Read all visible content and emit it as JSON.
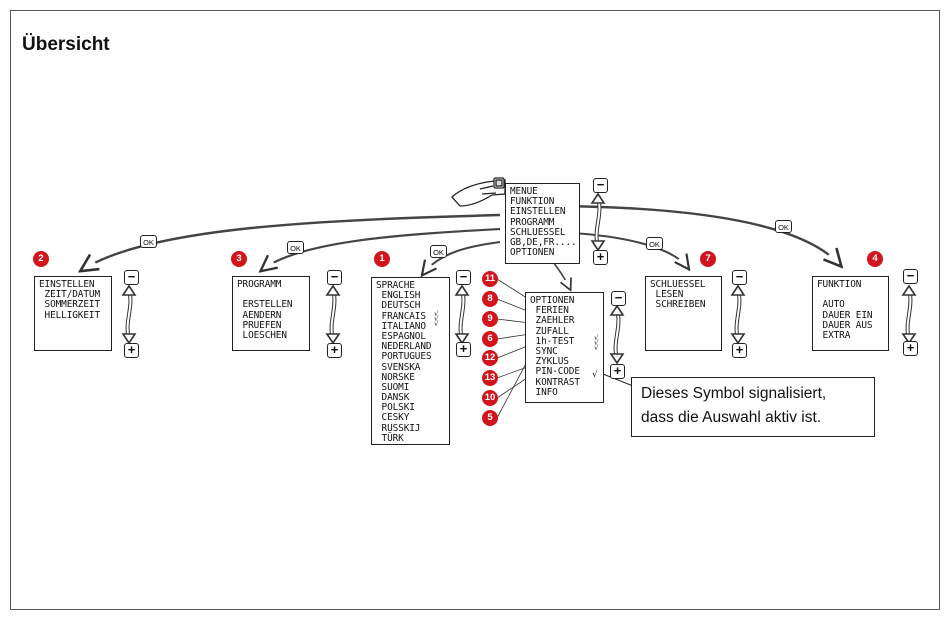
{
  "title": "Übersicht",
  "screens": {
    "main": [
      "MENUE",
      "FUNKTION",
      "EINSTELLEN",
      "PROGRAMM",
      "SCHLUESSEL",
      "GB,DE,FR....",
      "OPTIONEN"
    ],
    "einstellen": [
      "EINSTELLEN",
      " ZEIT/DATUM",
      " SOMMERZEIT",
      " HELLIGKEIT"
    ],
    "programm": [
      "PROGRAMM",
      "",
      " ERSTELLEN",
      " AENDERN",
      " PRUEFEN",
      " LOESCHEN"
    ],
    "sprache": [
      "SPRACHE",
      " ENGLISH",
      " DEUTSCH",
      " FRANCAIS",
      " ITALIANO",
      " ESPAGNOL",
      " NEDERLAND",
      " PORTUGUES",
      " SVENSKA",
      " NORSKE",
      " SUOMI",
      " DANSK",
      " POLSKI",
      " CESKY",
      " RUSSKIJ",
      " TÜRK"
    ],
    "optionen": [
      "OPTIONEN",
      " FERIEN",
      " ZAEHLER",
      " ZUFALL",
      " 1h-TEST",
      " SYNC",
      " ZYKLUS",
      " PIN-CODE",
      " KONTRAST",
      " INFO"
    ],
    "schluessel": [
      "SCHLUESSEL",
      " LESEN",
      " SCHREIBEN"
    ],
    "funktion": [
      "FUNKTION",
      "",
      " AUTO",
      " DAUER EIN",
      " DAUER AUS",
      " EXTRA"
    ]
  },
  "selection_marks": {
    "sprache": "√ √ √",
    "optionen": "√ √ √",
    "pin_code": "√"
  },
  "badges": {
    "einstellen": "2",
    "programm": "3",
    "sprache": "1",
    "schluessel": "7",
    "funktion": "4",
    "optionen": [
      "11",
      "8",
      "9",
      "6",
      "12",
      "13",
      "10",
      "5"
    ]
  },
  "ok_label": "OK",
  "plus_label": "+",
  "minus_label": "−",
  "callout": {
    "line1": "Dieses Symbol signalisiert,",
    "line2": "dass die Auswahl aktiv ist."
  }
}
